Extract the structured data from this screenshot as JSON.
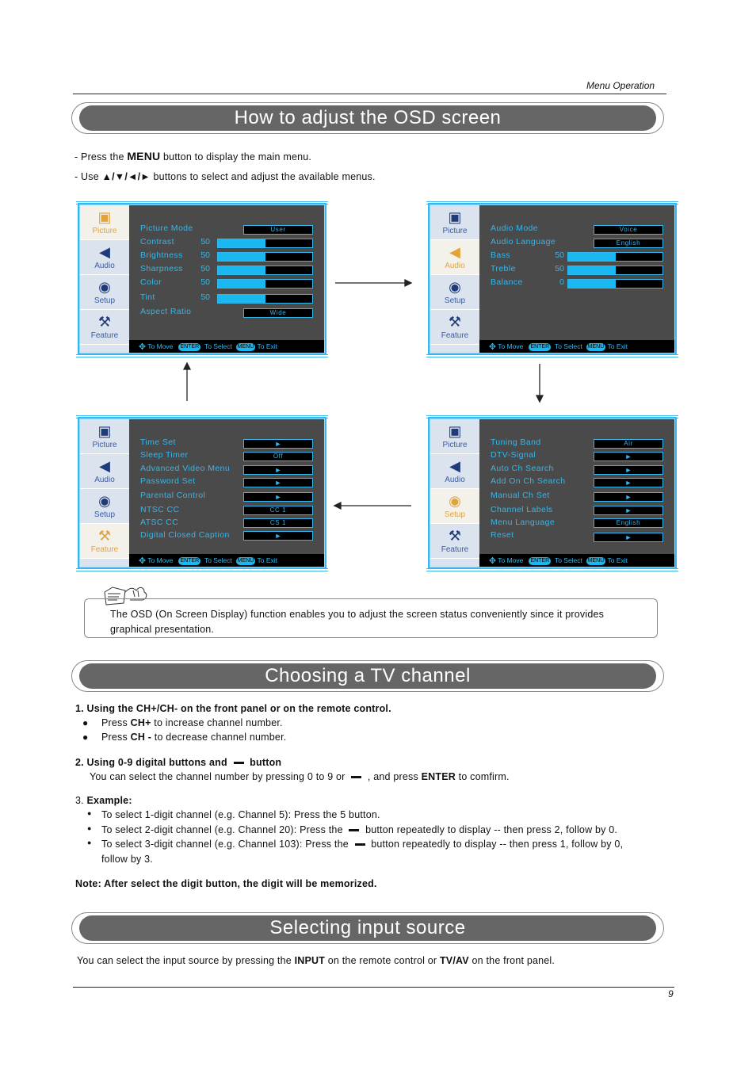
{
  "header": {
    "section": "Menu Operation"
  },
  "osd_section": {
    "title": "How to adjust the OSD screen",
    "line1_prefix": "- Press the ",
    "line1_key": "MENU",
    "line1_suffix": " button to display the main menu.",
    "line2_prefix": "- Use ",
    "line2_symbols": "▲/▼/◄/►",
    "line2_suffix": " buttons to select and adjust the available menus."
  },
  "sidebar": {
    "picture": "Picture",
    "audio": "Audio",
    "setup": "Setup",
    "feature": "Feature"
  },
  "footer": {
    "move": "To Move",
    "enter": "ENTER",
    "select": "To Select",
    "menu": "MENU",
    "exit": "To Exit"
  },
  "picture_menu": {
    "items": [
      {
        "label": "Picture Mode",
        "value": "User"
      },
      {
        "label": "Contrast",
        "num": "50",
        "level": 0.5
      },
      {
        "label": "Brightness",
        "num": "50",
        "level": 0.5
      },
      {
        "label": "Sharpness",
        "num": "50",
        "level": 0.5
      },
      {
        "label": "Color",
        "num": "50",
        "level": 0.5
      },
      {
        "label": "Tint",
        "num": "50",
        "level": 0.5
      },
      {
        "label": "Aspect Ratio",
        "value": "Wide"
      }
    ]
  },
  "audio_menu": {
    "items": [
      {
        "label": "Audio Mode",
        "value": "Voice"
      },
      {
        "label": "Audio Language",
        "value": "English"
      },
      {
        "label": "Bass",
        "num": "50",
        "level": 0.5
      },
      {
        "label": "Treble",
        "num": "50",
        "level": 0.5
      },
      {
        "label": "Balance",
        "num": "0",
        "level": 0.5
      }
    ]
  },
  "feature_menu": {
    "items": [
      {
        "label": "Time Set",
        "value": "►"
      },
      {
        "label": "Sleep Timer",
        "value": "Off"
      },
      {
        "label": "Advanced Video Menu",
        "value": "►"
      },
      {
        "label": "Password Set",
        "value": "►"
      },
      {
        "label": "Parental Control",
        "value": "►"
      },
      {
        "label": "NTSC CC",
        "value": "CC 1"
      },
      {
        "label": "ATSC CC",
        "value": "CS 1"
      },
      {
        "label": "Digital Closed Caption",
        "value": "►"
      }
    ]
  },
  "setup_menu": {
    "items": [
      {
        "label": "Tuning Band",
        "value": "Air"
      },
      {
        "label": "DTV-Signal",
        "value": "►"
      },
      {
        "label": "Auto Ch Search",
        "value": "►"
      },
      {
        "label": "Add On Ch Search",
        "value": "►"
      },
      {
        "label": "Manual Ch Set",
        "value": "►"
      },
      {
        "label": "Channel Labels",
        "value": "►"
      },
      {
        "label": "Menu Language",
        "value": "English"
      },
      {
        "label": "Reset",
        "value": "►"
      }
    ]
  },
  "note": {
    "line1": "The OSD (On Screen Display) function enables you to adjust the screen status conveniently since it provides",
    "line2": "graphical presentation."
  },
  "channel_section": {
    "title": "Choosing a TV channel",
    "h1": "1. Using the CH+/CH- on the front panel or on the remote control.",
    "b1_pre": "Press ",
    "b1_key": "CH+",
    "b1_post": " to increase channel number.",
    "b2_pre": "Press ",
    "b2_key": "CH -",
    "b2_post": " to decrease channel number.",
    "h2_pre": "2. Using 0-9 digital buttons and ",
    "h2_post": " button",
    "p2_pre": "You can select the channel number by pressing 0 to 9 or ",
    "p2_mid": " , and press ",
    "p2_key": "ENTER",
    "p2_post": " to comfirm.",
    "h3_num": "3. ",
    "h3": "Example:",
    "e1": "To select 1-digit channel (e.g. Channel 5): Press the 5 button.",
    "e2_pre": "To select 2-digit channel (e.g. Channel 20): Press the ",
    "e2_post": " button repeatedly to display -- then press 2, follow by 0.",
    "e3_pre": "To select 3-digit channel (e.g. Channel 103): Press the ",
    "e3_post": " button repeatedly to display -- then press 1, follow by 0,",
    "e3_cont": "follow by 3.",
    "note": "Note: After select the digit button, the digit will be memorized."
  },
  "input_section": {
    "title": "Selecting input source",
    "p_pre": "You can select the input source by pressing the ",
    "p_key1": "INPUT",
    "p_mid": " on the remote control or ",
    "p_key2": "TV/AV",
    "p_post": " on the  front panel."
  },
  "page_number": "9"
}
